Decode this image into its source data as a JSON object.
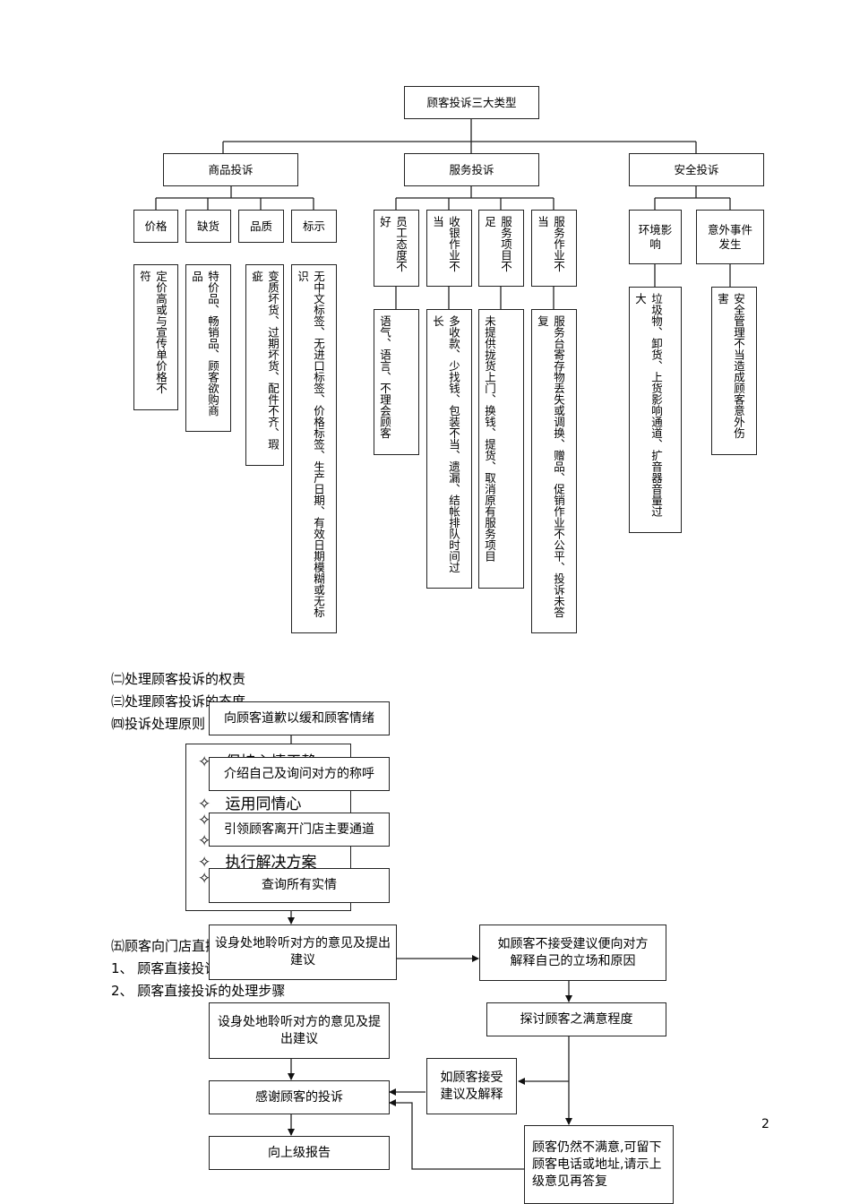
{
  "tree": {
    "root": "顾客投诉三大类型",
    "categories": [
      "商品投诉",
      "服务投诉",
      "安全投诉"
    ],
    "goods": {
      "items": [
        "价格",
        "缺货",
        "品质",
        "标示"
      ],
      "details": [
        "定价高或与宣传单价格不符",
        "特价品、畅销品、顾客欲购商品",
        "变质坏货、过期坏货、配件不齐、瑕疵",
        "无中文标签、无进口标签、价格标签、生产日期、有效日期模糊或无标识"
      ]
    },
    "service": {
      "items": [
        "员工态度不好",
        "收银作业不当",
        "服务项目不足",
        "服务作业不当"
      ],
      "details": [
        "语气、语言、不理会顾客",
        "多收款、少找钱、包装不当、遗漏、结帐排队时间过长",
        "未提供拢货上门、换钱、提货、取消原有服务项目",
        "服务台寄存物丢失或调换、赠品、促销作业不公平、投诉未答复"
      ]
    },
    "safety": {
      "items": [
        "环境影响",
        "意外事件发生"
      ],
      "details": [
        "垃圾物、卸货、上货影响通道、扩音器音量过大",
        "安全管理不当造成顾客意外伤害"
      ]
    }
  },
  "text": {
    "s2": "㈡处理顾客投诉的权责",
    "s3": "㈢处理顾客投诉的态度",
    "s4": "㈣投诉处理原则",
    "s5": "㈤顾客向门店直接投诉",
    "s5_1": "1、 顾客直接投诉",
    "s5_2": "2、 顾客直接投诉的处理步骤",
    "page_number": "2"
  },
  "principles": {
    "bullet": "✧",
    "items": [
      "保持心情平静",
      "运用同情心",
      "执行解决方案"
    ]
  },
  "flow": {
    "left": [
      "向顾客道歉以缓和顾客情绪",
      "介绍自己及询问对方的称呼",
      "引领顾客离开门店主要通道",
      "查询所有实情",
      "设身处地聆听对方的意见及提出建议",
      "设身处地聆听对方的意见及提出建议",
      "感谢顾客的投诉",
      "向上级报告"
    ],
    "right": [
      "如顾客不接受建议便向对方解释自己的立场和原因",
      "探讨顾客之满意程度",
      "如顾客接受建议及解释",
      "顾客仍然不满意,可留下顾客电话或地址,请示上级意见再答复"
    ]
  }
}
